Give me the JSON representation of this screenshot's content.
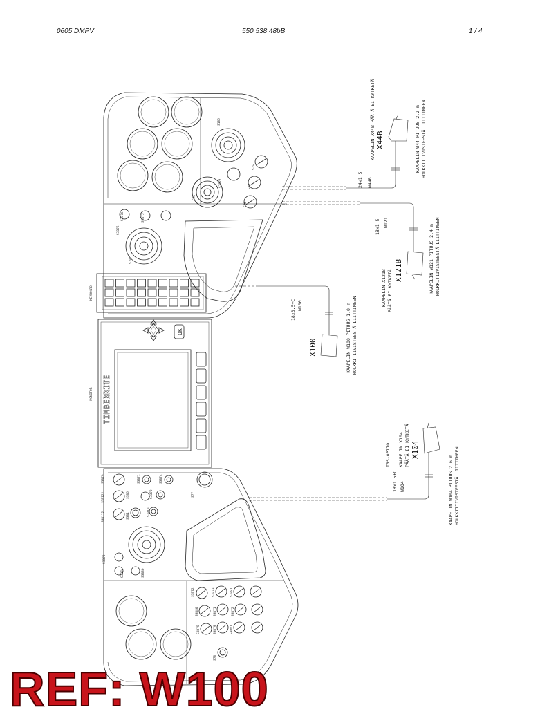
{
  "header": {
    "left": "0605 DMPV",
    "center": "550 538 48bB",
    "page": "1 /  4"
  },
  "panel_labels": {
    "keyboard": "KEYBOARD",
    "monitor": "MONITOR",
    "brand": "TIMBERRITE",
    "ok": "OK"
  },
  "right_panel_switches": [
    "S185",
    "S3S",
    "S78",
    "S76",
    "S75",
    "S79",
    "S3B76",
    "S3B76",
    "S3B75",
    "S3B74"
  ],
  "left_panel_switches": [
    "S3B79",
    "S3B122",
    "S3B112",
    "S3B1",
    "S3B5",
    "S3B10",
    "S3B70",
    "S3B71",
    "S3B74",
    "S3B76",
    "S77",
    "S78",
    "S3B70",
    "S3B74",
    "S3B80",
    "S3B72",
    "S3B73",
    "S3B81",
    "S3B80",
    "S3B71",
    "S3B72",
    "S3B75",
    "S3B79",
    "S3B81"
  ],
  "cables": {
    "x44b": {
      "note": "KAAPELIN X44B PÄÄTÄ EI KYTKETÄ",
      "connector": "X44B",
      "spec": "24x1.5",
      "wire": "W44B",
      "length": "KAAPELIN W44 PITUUS 2.2 m",
      "note2": "HOLKKITIIVISTEESTÄ LIITTIMEEN"
    },
    "x121b": {
      "spec": "18x1.5",
      "wire": "W121",
      "note": "KAAPELIN X121B",
      "note_b": "PÄÄTÄ EI KYTKETÄ",
      "connector": "X121B",
      "length": "KAAPELIN W121 PITUUS 2.4 m",
      "note2": "HOLKKITIIVISTEESTÄ LIITTIMEEN"
    },
    "x100": {
      "spec": "18x0.5+C",
      "wire": "W100",
      "connector": "X100",
      "length": "KAAPELIN W100 PITUUS 1.0 m",
      "note2": "HOLKKITIIVISTEESTÄ LIITTIMEEN"
    },
    "x104": {
      "label_top": "TRS-OPTIO",
      "note": "KAAPELIN X104",
      "note_b": "PÄÄTÄ EI KYTKETÄ",
      "connector": "X104",
      "spec": "18x1.5+C",
      "wire": "W104",
      "length": "KAAPELIN W104 PITUUS 2.6 m",
      "note2": "HOLKKITIIVISTEESTÄ LIITTIMEEN"
    }
  },
  "ref_stamp": "REF: W100"
}
